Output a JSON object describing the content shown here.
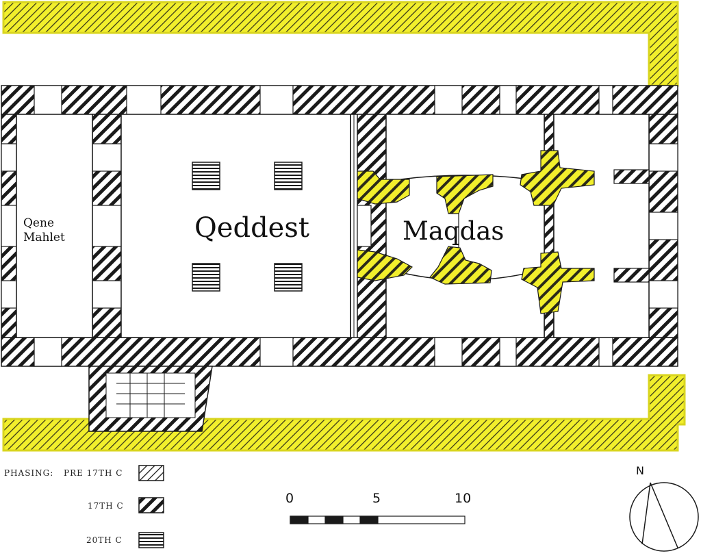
{
  "rooms": {
    "qene_mahlet_line1": "Qene",
    "qene_mahlet_line2": "Mahlet",
    "qeddest": "Qeddest",
    "maqdas": "Maqdas"
  },
  "legend": {
    "title": "PHASING:",
    "items": [
      {
        "label": "PRE 17TH C",
        "pattern": "thin-diagonal-hatch"
      },
      {
        "label": "17TH C",
        "pattern": "heavy-diagonal-hatch"
      },
      {
        "label": "20TH C",
        "pattern": "horizontal-lines"
      }
    ]
  },
  "scale_bar": {
    "labels": [
      "0",
      "5",
      "10"
    ]
  },
  "north_arrow": {
    "letter": "N"
  },
  "colors": {
    "highlight": "#f2ef2c",
    "ink": "#1a1a1a",
    "paper": "#ffffff"
  }
}
